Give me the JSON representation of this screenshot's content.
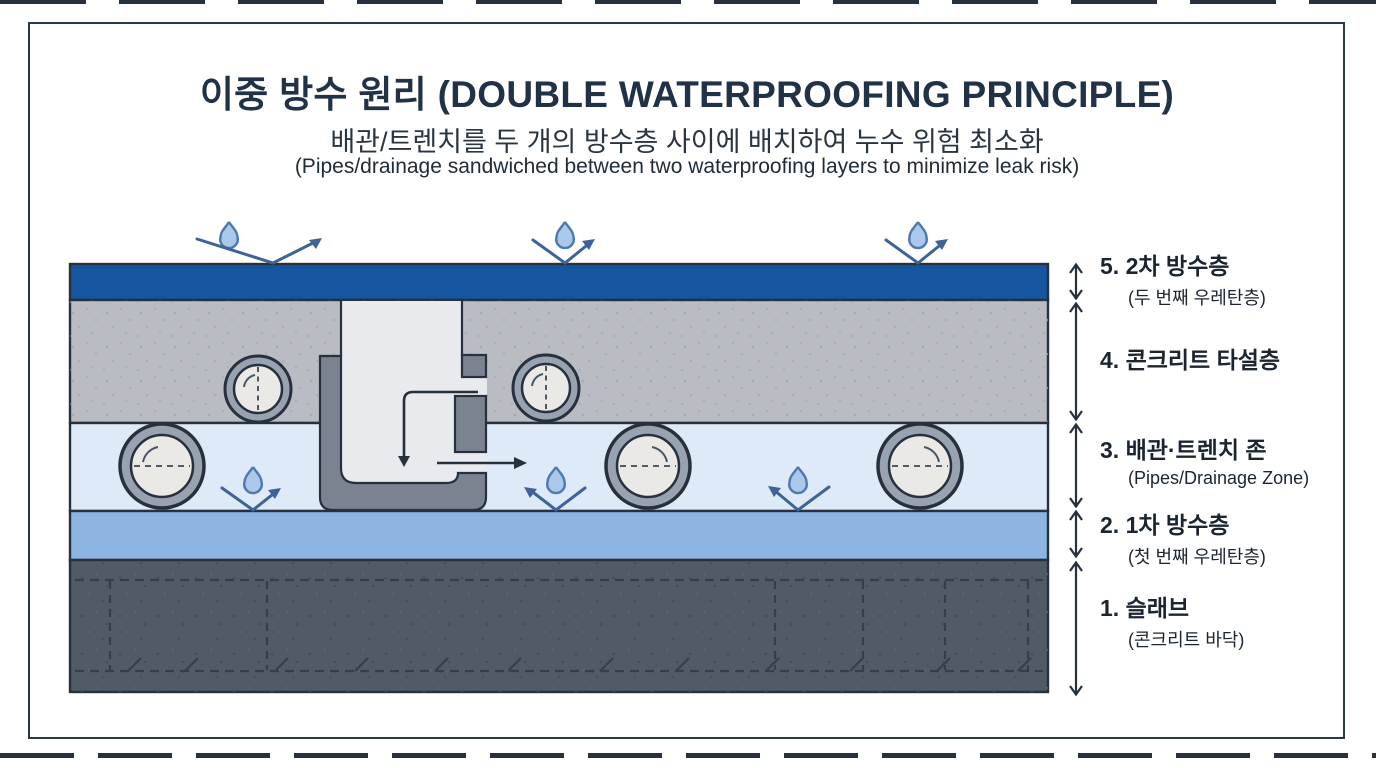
{
  "page": {
    "title": "이중 방수 원리 (DOUBLE WATERPROOFING PRINCIPLE)",
    "subtitle_ko": "배관/트렌치를 두 개의 방수층 사이에 배치하여 누수 위험 최소화",
    "subtitle_en": "(Pipes/drainage sandwiched between two waterproofing layers to minimize leak risk)"
  },
  "labels": [
    {
      "main": "5. 2차 방수층",
      "sub": "(두 번째 우레탄층)"
    },
    {
      "main": "4. 콘크리트 타설층",
      "sub": ""
    },
    {
      "main": "3. 배관·트렌치 존",
      "sub": "(Pipes/Drainage Zone)"
    },
    {
      "main": "2. 1차 방수층",
      "sub": "(첫 번째 우레탄층)"
    },
    {
      "main": "1. 슬래브",
      "sub": "(콘크리트 바닥)"
    }
  ],
  "colors": {
    "frame": "#2b3947",
    "ink": "#27313e",
    "title_ink": "#223246",
    "layer5": "#15569f",
    "concrete": "#b9bdc3",
    "zone": "#dfeaf8",
    "layer2": "#8db5e2",
    "slab": "#515b66",
    "slab_dash": "#353f4b",
    "liner": "#7b8391",
    "interior": "#e9eaed",
    "pipe_ring": "#99a2b1",
    "pipe_inner": "#eae9e6",
    "drop_fill": "#a9c8ea",
    "drop_stroke": "#4e79b0",
    "arrow_blue": "#3e6397"
  }
}
